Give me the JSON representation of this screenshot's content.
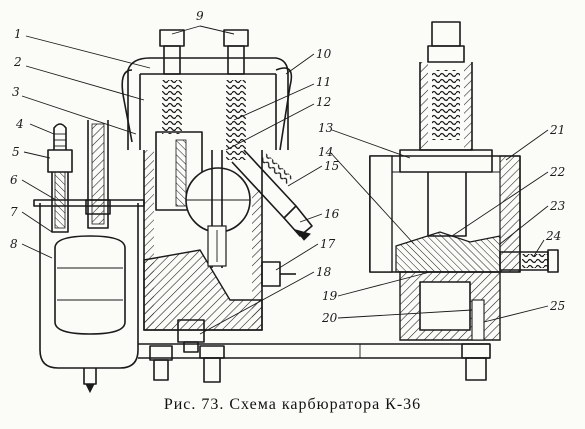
{
  "caption": "Рис. 73. Схема карбюратора К-36",
  "callouts": [
    "1",
    "2",
    "3",
    "4",
    "5",
    "6",
    "7",
    "8",
    "9",
    "10",
    "11",
    "12",
    "13",
    "14",
    "15",
    "16",
    "17",
    "18",
    "19",
    "20",
    "21",
    "22",
    "23",
    "24",
    "25"
  ]
}
